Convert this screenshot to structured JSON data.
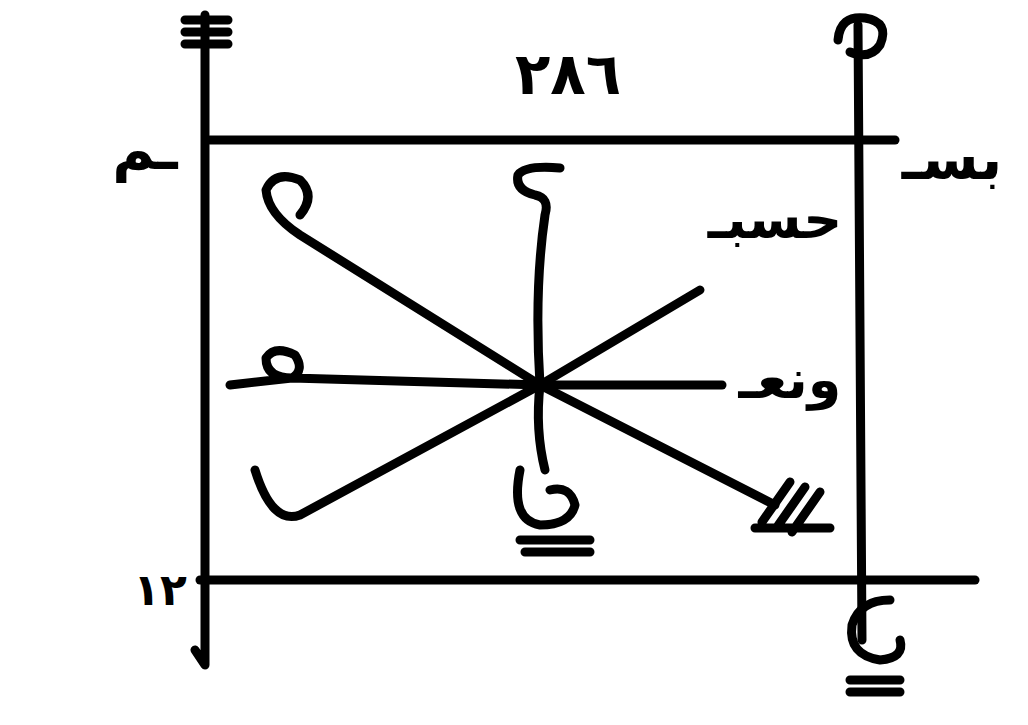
{
  "diagram": {
    "labels": [
      "٢٨٦",
      "بسـ",
      "ـم",
      "حسبـ",
      "ونعـ",
      "١٢"
    ]
  }
}
